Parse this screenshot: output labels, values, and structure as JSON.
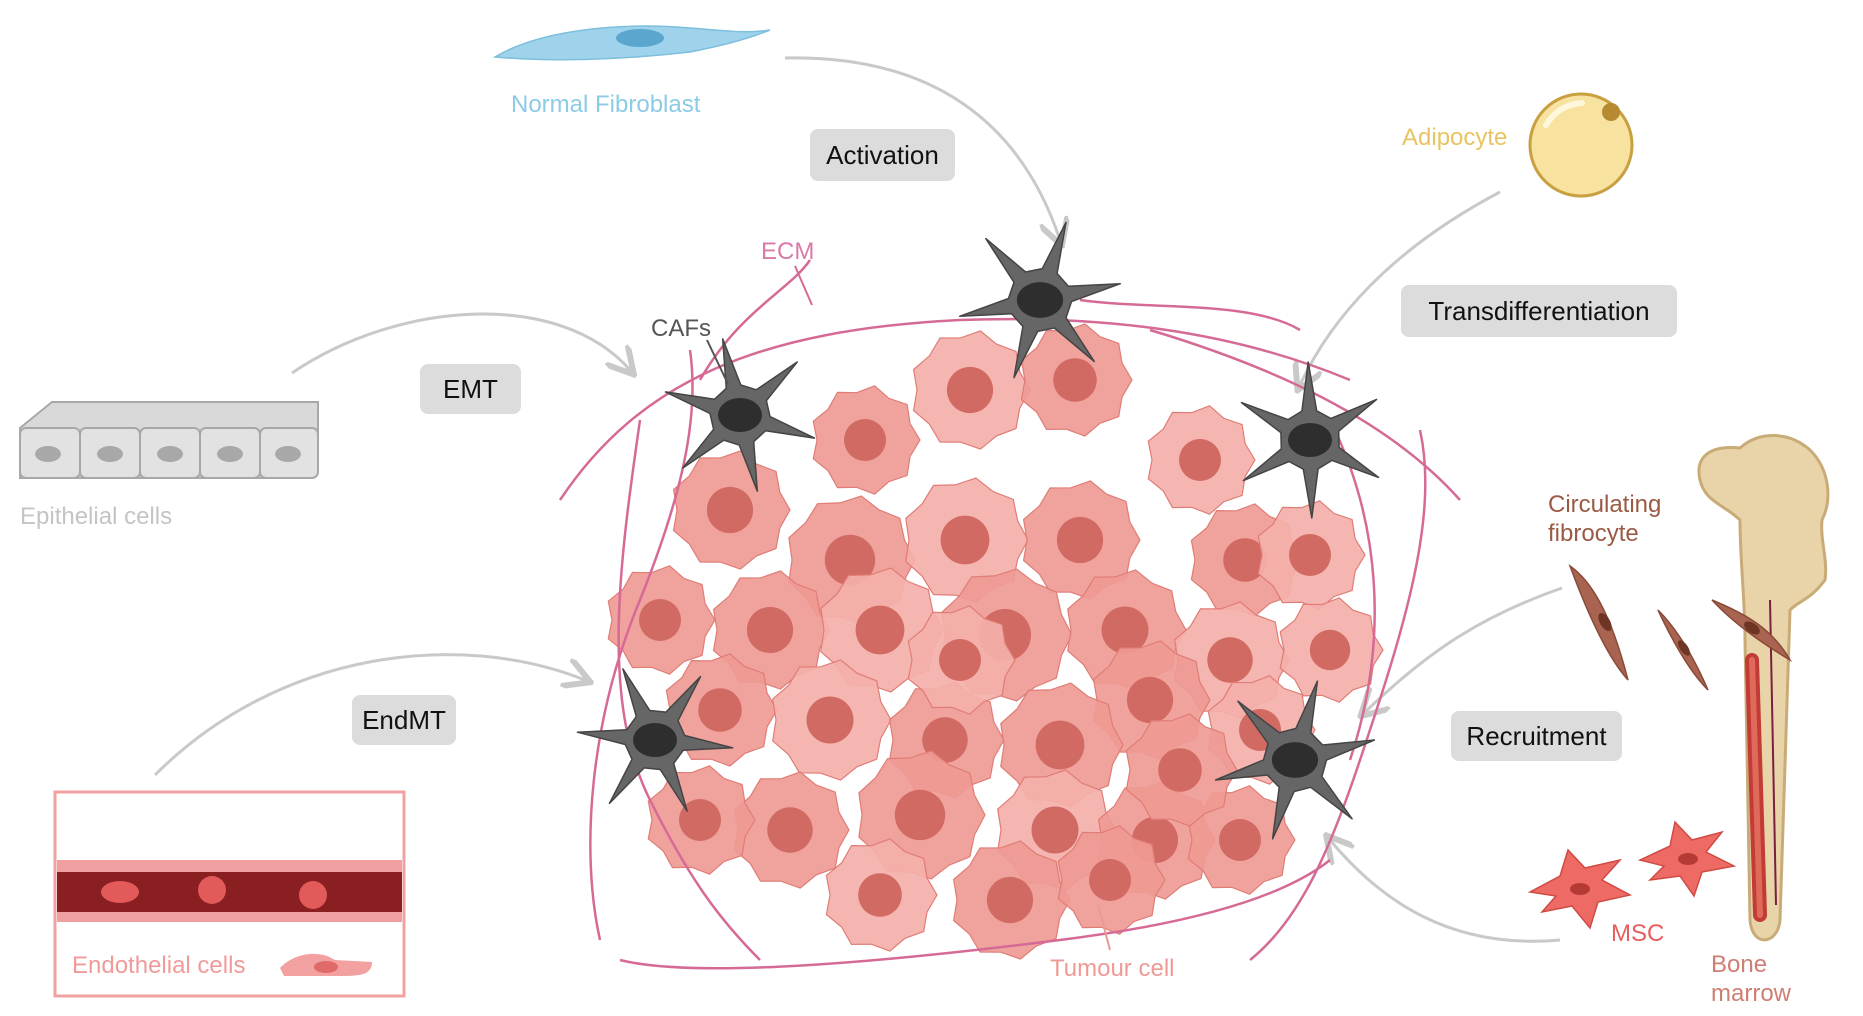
{
  "colors": {
    "fibroblast": "#8ccbe6",
    "adipocyte": "#e8c460",
    "epithelial": "#c4c4c4",
    "endothelial": "#f09a9a",
    "ecm": "#d87aa8",
    "fibrocyte": "#9a5a44",
    "msc": "#e85e5e",
    "bone": "#cf7e72",
    "tumour": "#ef9a94",
    "caf": "#666666",
    "box": "#dcdcdc",
    "arrow": "#c9c9c9"
  },
  "sources": {
    "normal_fibroblast": "Normal Fibroblast",
    "adipocyte": "Adipocyte",
    "epithelial": "Epithelial cells",
    "endothelial": "Endothelial cells",
    "circulating_fibrocyte": [
      "Circulating",
      "fibrocyte"
    ],
    "msc": "MSC",
    "bone_marrow": [
      "Bone",
      "marrow"
    ]
  },
  "processes": {
    "activation": "Activation",
    "transdifferentiation": "Transdifferentiation",
    "emt": "EMT",
    "endmt": "EndMT",
    "recruitment": "Recruitment"
  },
  "center": {
    "ecm": "ECM",
    "cafs": "CAFs",
    "tumour_cell": "Tumour cell"
  }
}
